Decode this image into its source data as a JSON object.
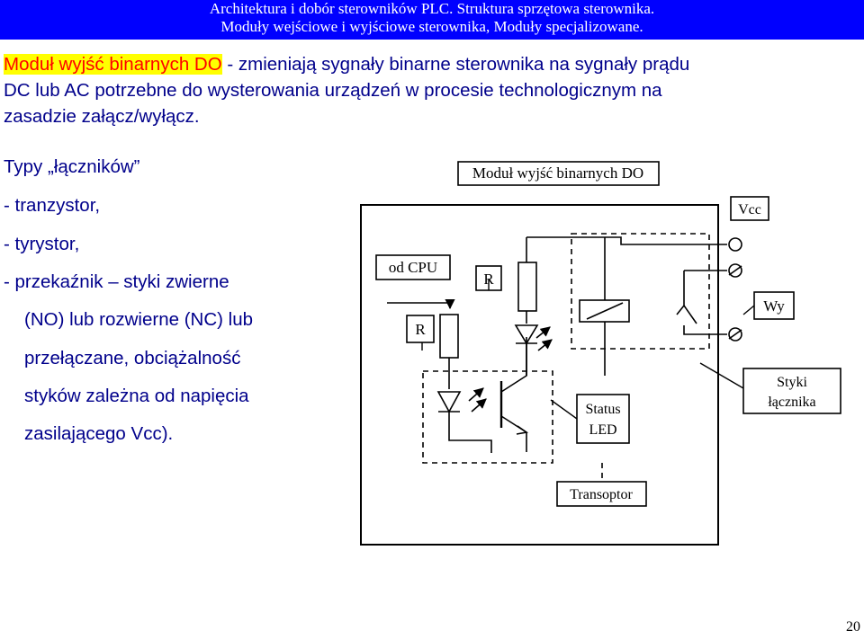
{
  "header": {
    "line1": "Architektura i dobór sterowników PLC. Struktura sprzętowa sterownika.",
    "line2": "Moduły wejściowe i wyjściowe sterownika, Moduły specjalizowane."
  },
  "intro": {
    "highlight": "Moduł wyjść binarnych DO",
    "line1_rest": " - zmieniają sygnały binarne sterownika na sygnały prądu",
    "line2": "DC lub AC potrzebne do wysterowania urządzeń w procesie technologicznym na",
    "line3": "zasadzie załącz/wyłącz."
  },
  "types": {
    "title": "Typy „łączników”",
    "items": [
      "- tranzystor,",
      "- tyrystor,",
      "- przekaźnik – styki zwierne",
      "(NO) lub rozwierne (NC) lub",
      "przełączane, obciążalność",
      "styków zależna od napięcia",
      "zasilającego Vcc)."
    ]
  },
  "diagram": {
    "title": "Moduł wyjść binarnych DO",
    "vcc": "Vcc",
    "cpu": "od CPU",
    "r1": "R",
    "r2": "R",
    "wy": "Wy",
    "status_1": "Status",
    "status_2": "LED",
    "styki_1": "Styki",
    "styki_2": "łącznika",
    "transoptor": "Transoptor"
  },
  "page_number": "20"
}
